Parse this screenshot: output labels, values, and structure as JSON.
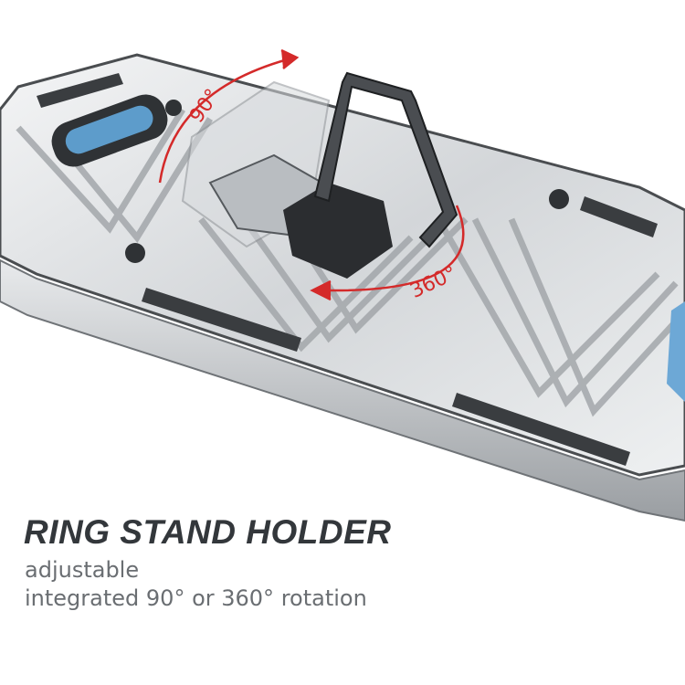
{
  "product": {
    "title": "RING STAND HOLDER",
    "subtitle_line1": "adjustable",
    "subtitle_line2": "integrated 90° or 360° rotation"
  },
  "annotations": {
    "tilt_angle": "90°",
    "rotation_angle": "360°"
  },
  "colors": {
    "case": "#d9dcdf",
    "trim": "#3a3d40",
    "arrow": "#d42a2a",
    "title": "#33373b",
    "subtitle": "#6a6e72"
  }
}
